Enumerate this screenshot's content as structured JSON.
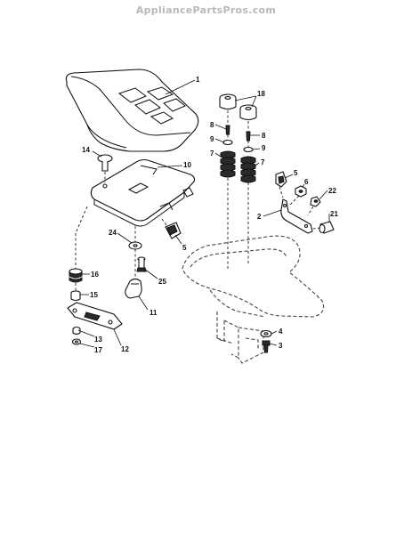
{
  "watermark": "AppliancePartsPros.com",
  "callouts": [
    {
      "id": "1",
      "text": "1"
    },
    {
      "id": "2",
      "text": "2"
    },
    {
      "id": "3",
      "text": "3"
    },
    {
      "id": "4",
      "text": "4"
    },
    {
      "id": "5a",
      "text": "5"
    },
    {
      "id": "5b",
      "text": "5"
    },
    {
      "id": "6",
      "text": "6"
    },
    {
      "id": "7a",
      "text": "7"
    },
    {
      "id": "7b",
      "text": "7"
    },
    {
      "id": "8a",
      "text": "8"
    },
    {
      "id": "8b",
      "text": "8"
    },
    {
      "id": "9a",
      "text": "9"
    },
    {
      "id": "9b",
      "text": "9"
    },
    {
      "id": "10",
      "text": "10"
    },
    {
      "id": "11",
      "text": "11"
    },
    {
      "id": "12",
      "text": "12"
    },
    {
      "id": "13",
      "text": "13"
    },
    {
      "id": "14",
      "text": "14"
    },
    {
      "id": "15",
      "text": "15"
    },
    {
      "id": "16",
      "text": "16"
    },
    {
      "id": "17",
      "text": "17"
    },
    {
      "id": "18",
      "text": "18"
    },
    {
      "id": "21",
      "text": "21"
    },
    {
      "id": "22",
      "text": "22"
    },
    {
      "id": "24",
      "text": "24"
    },
    {
      "id": "25",
      "text": "25"
    }
  ]
}
